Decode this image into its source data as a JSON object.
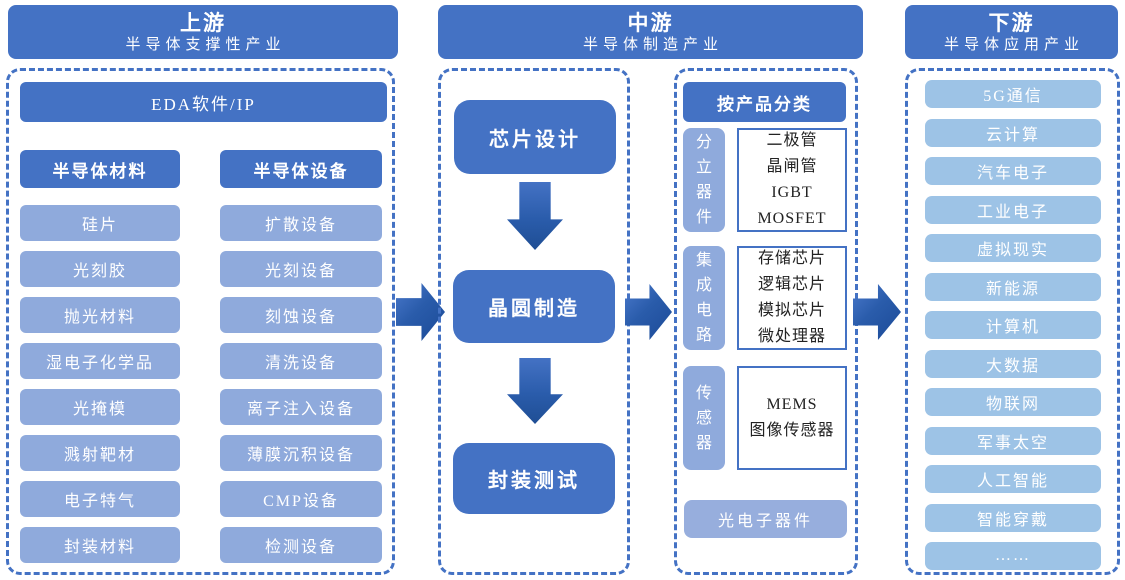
{
  "colors": {
    "header_blue": "#4472C4",
    "item_periwinkle": "#8FAADC",
    "item_light_blue": "#9DC3E6",
    "footer_blue": "#97AEDD",
    "arrow_dark_blue": "#1B4A97",
    "dashed_border_blue": "#4472C4",
    "white_box_border": "#4472C4",
    "white_box_text": "#222222"
  },
  "sections": {
    "upstream": {
      "title": "上游",
      "subtitle": "半导体支撑性产业",
      "eda_label": "EDA软件/IP",
      "columns": [
        {
          "header": "半导体材料",
          "items": [
            "硅片",
            "光刻胶",
            "抛光材料",
            "湿电子化学品",
            "光掩模",
            "溅射靶材",
            "电子特气",
            "封装材料"
          ]
        },
        {
          "header": "半导体设备",
          "items": [
            "扩散设备",
            "光刻设备",
            "刻蚀设备",
            "清洗设备",
            "离子注入设备",
            "薄膜沉积设备",
            "CMP设备",
            "检测设备"
          ]
        }
      ]
    },
    "midstream": {
      "title": "中游",
      "subtitle": "半导体制造产业",
      "process": [
        "芯片设计",
        "晶圆制造",
        "封装测试"
      ],
      "classification": {
        "header": "按产品分类",
        "groups": [
          {
            "label": "分立器件",
            "items": [
              "二极管",
              "晶闸管",
              "IGBT",
              "MOSFET"
            ]
          },
          {
            "label": "集成电路",
            "items": [
              "存储芯片",
              "逻辑芯片",
              "模拟芯片",
              "微处理器"
            ]
          },
          {
            "label": "传感器",
            "items": [
              "MEMS",
              "图像传感器"
            ]
          }
        ],
        "footer": "光电子器件"
      }
    },
    "downstream": {
      "title": "下游",
      "subtitle": "半导体应用产业",
      "items": [
        "5G通信",
        "云计算",
        "汽车电子",
        "工业电子",
        "虚拟现实",
        "新能源",
        "计算机",
        "大数据",
        "物联网",
        "军事太空",
        "人工智能",
        "智能穿戴",
        "……"
      ]
    }
  }
}
